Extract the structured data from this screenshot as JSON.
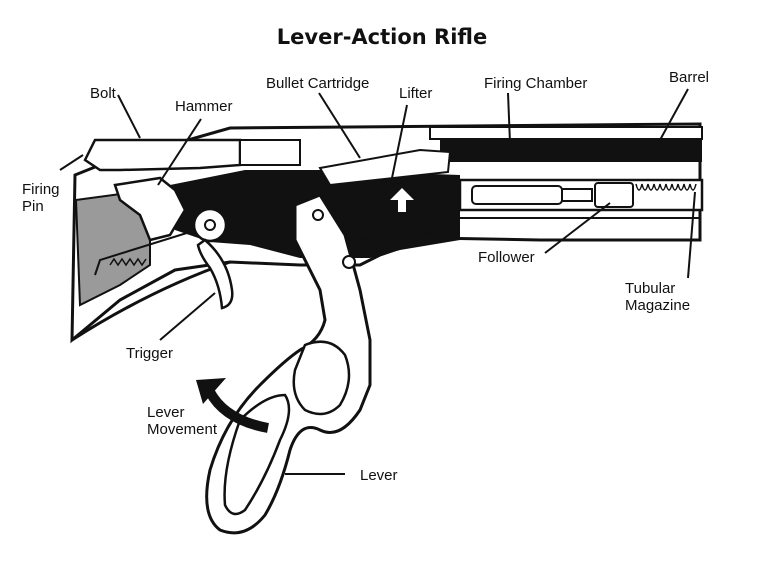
{
  "title": "Lever-Action Rifle",
  "labels": {
    "bolt": "Bolt",
    "hammer": "Hammer",
    "bullet_cartridge": "Bullet Cartridge",
    "lifter": "Lifter",
    "firing_chamber": "Firing Chamber",
    "barrel": "Barrel",
    "firing_pin": [
      "Firing",
      "Pin"
    ],
    "follower": "Follower",
    "tubular_magazine": [
      "Tubular",
      "Magazine"
    ],
    "trigger": "Trigger",
    "lever_movement": [
      "Lever",
      "Movement"
    ],
    "lever": "Lever"
  },
  "colors": {
    "ink": "#111111",
    "metal": "#ffffff",
    "cavity": "#111111",
    "wood": "#9a9a9a"
  }
}
